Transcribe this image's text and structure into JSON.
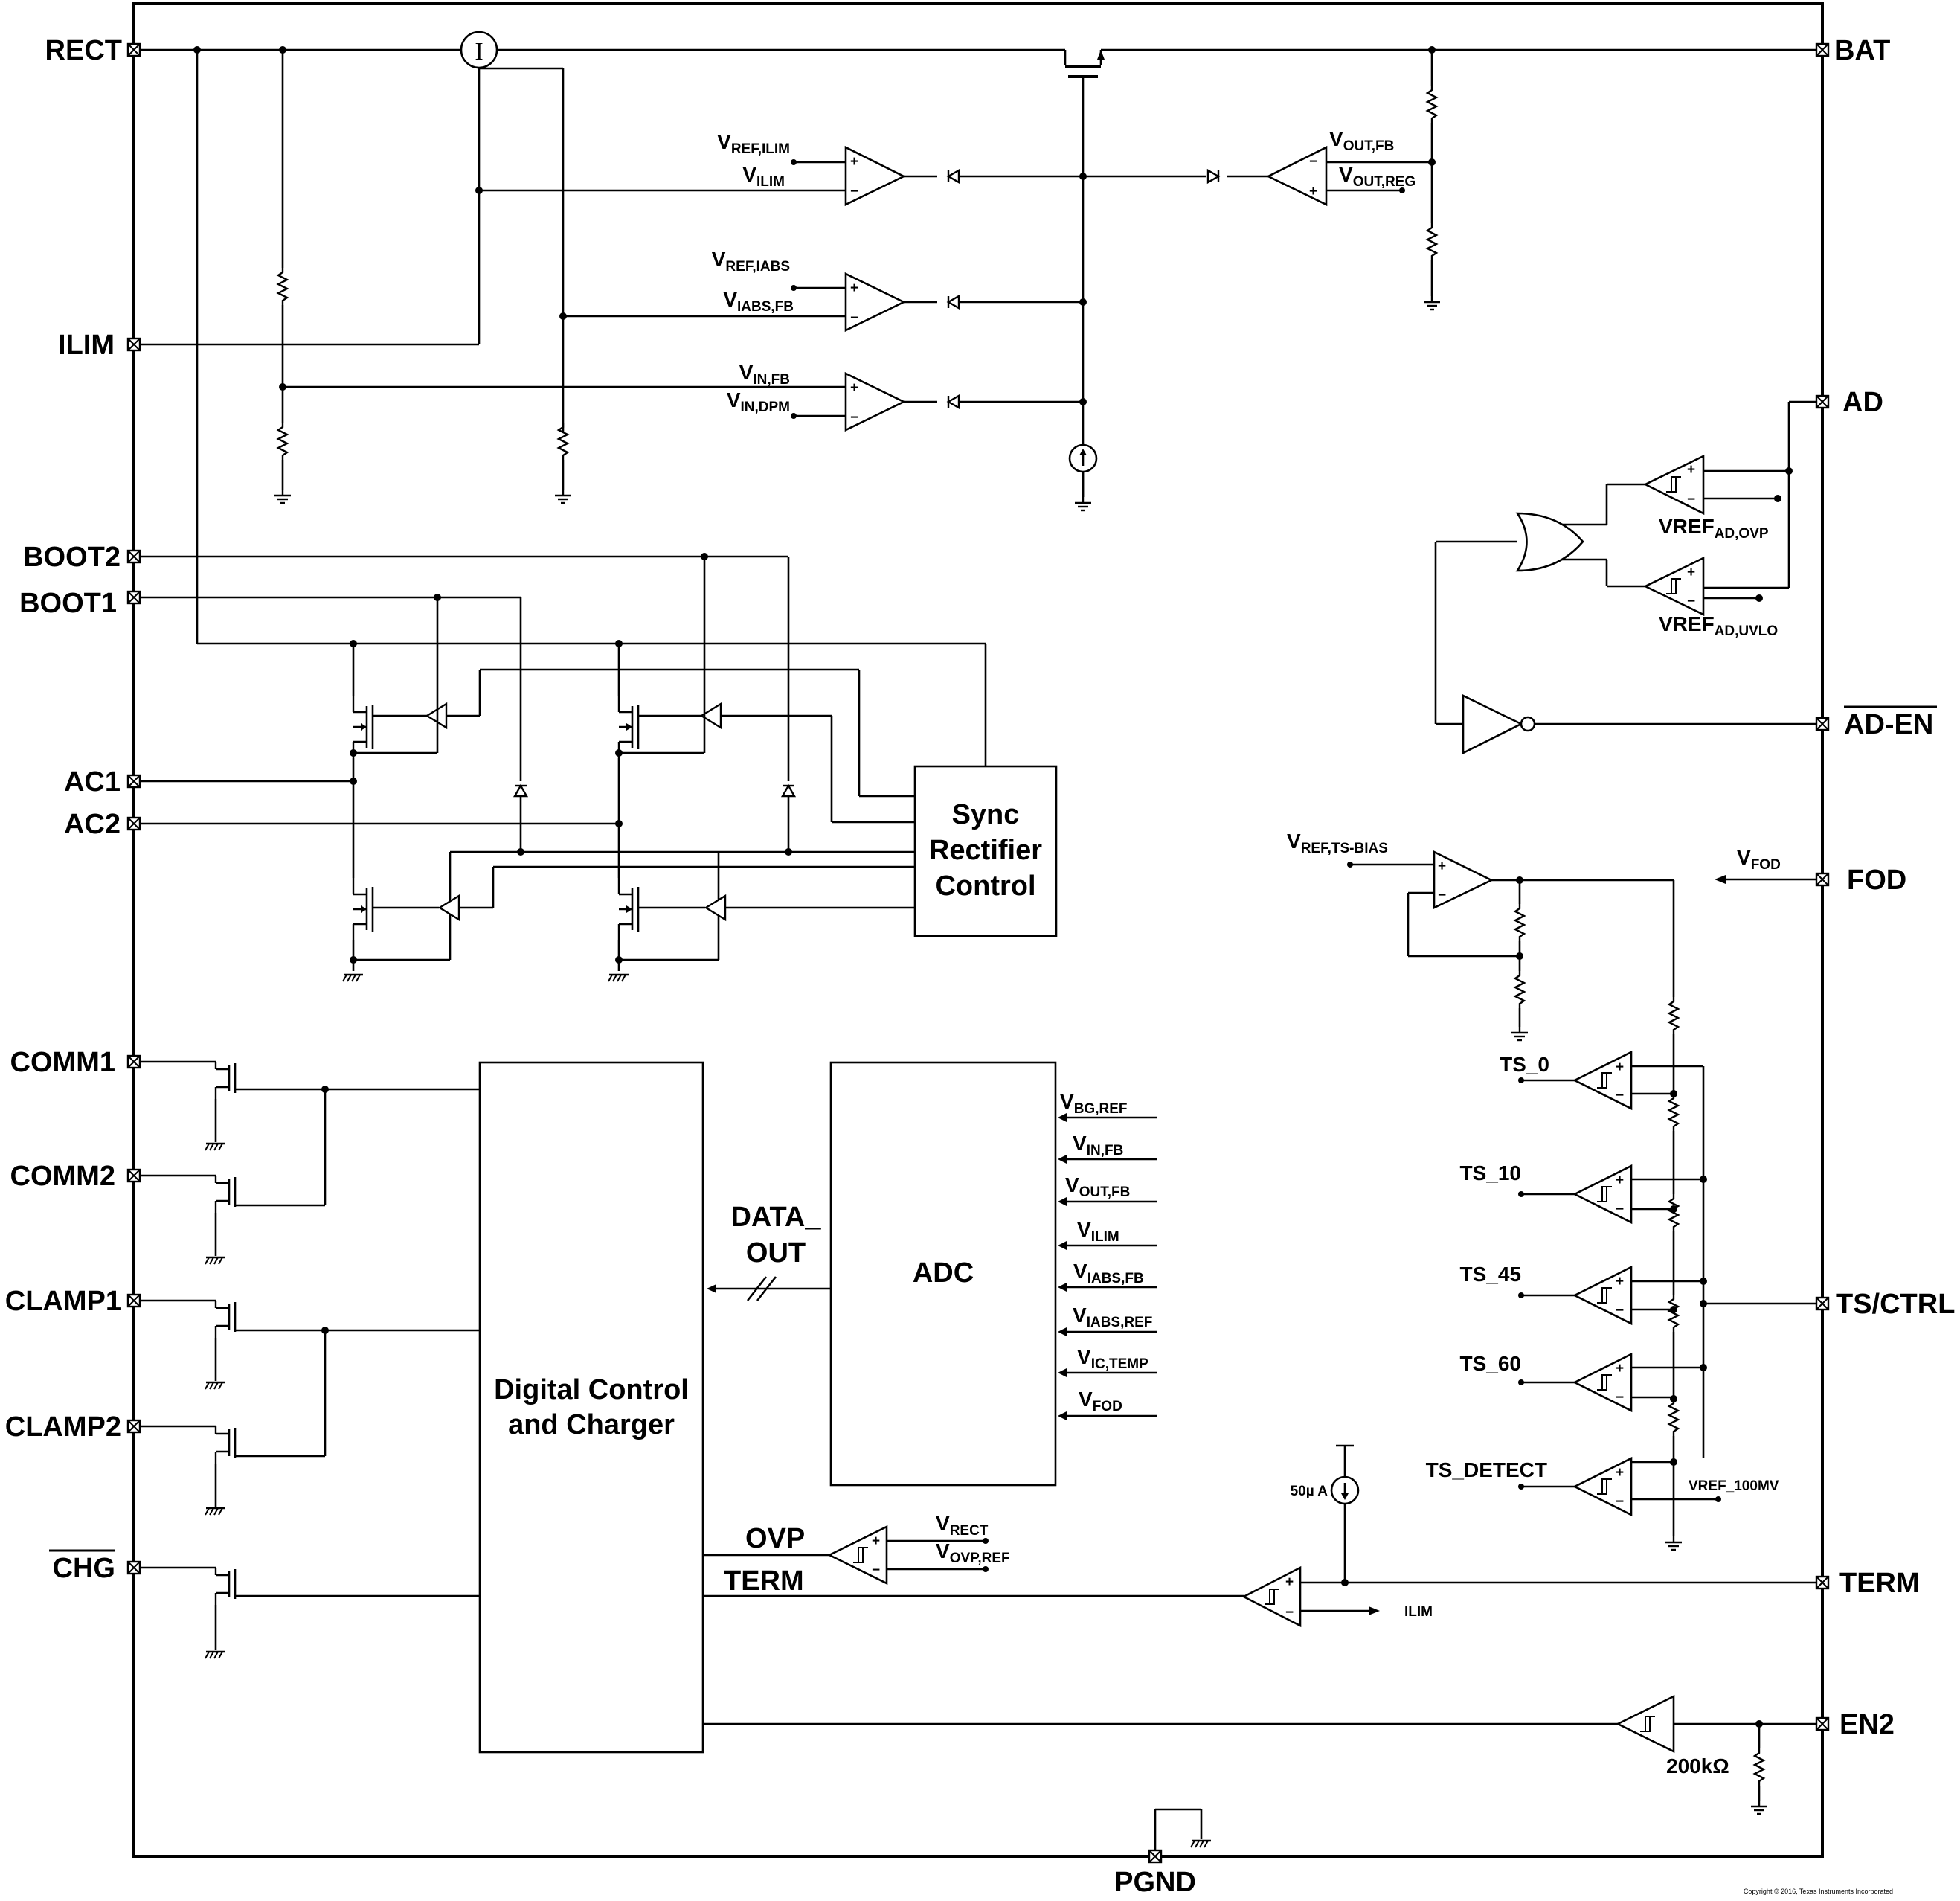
{
  "pins": {
    "rect": "RECT",
    "bat": "BAT",
    "ilim": "ILIM",
    "ad": "AD",
    "boot2": "BOOT2",
    "boot1": "BOOT1",
    "ad_en": "AD-EN",
    "ac1": "AC1",
    "ac2": "AC2",
    "fod": "FOD",
    "comm1": "COMM1",
    "comm2": "COMM2",
    "clamp1": "CLAMP1",
    "clamp2": "CLAMP2",
    "chg": "CHG",
    "ts_ctrl": "TS/CTRL",
    "term": "TERM",
    "en2": "EN2",
    "pgnd": "PGND"
  },
  "blocks": {
    "sync_rectifier": [
      "Sync",
      "Rectifier",
      "Control"
    ],
    "adc": "ADC",
    "digital_control": [
      "Digital Control",
      "and Charger"
    ]
  },
  "signals": {
    "vref_ilim": {
      "main": "V",
      "sub": "REF,ILIM"
    },
    "v_ilim": {
      "main": "V",
      "sub": "ILIM"
    },
    "vref_iabs": {
      "main": "V",
      "sub": "REF,IABS"
    },
    "v_iabs_fb": {
      "main": "V",
      "sub": "IABS,FB"
    },
    "v_in_fb": {
      "main": "V",
      "sub": "IN,FB"
    },
    "v_in_dpm": {
      "main": "V",
      "sub": "IN,DPM"
    },
    "v_out_fb": {
      "main": "V",
      "sub": "OUT,FB"
    },
    "v_out_reg": {
      "main": "V",
      "sub": "OUT,REG"
    },
    "vref_ad_ovp": {
      "main": "VREF",
      "sub": "AD,OVP"
    },
    "vref_ad_uvlo": {
      "main": "VREF",
      "sub": "AD,UVLO"
    },
    "vref_ts_bias": {
      "main": "V",
      "sub": "REF,TS-BIAS"
    },
    "v_fod_pin": {
      "main": "V",
      "sub": "FOD"
    },
    "ts_0": "TS_0",
    "ts_10": "TS_10",
    "ts_45": "TS_45",
    "ts_60": "TS_60",
    "ts_detect": "TS_DETECT",
    "vref_100mv": "VREF_100MV",
    "current_50ua": "50µ A",
    "ilim_out": "ILIM",
    "r_200k": "200kΩ",
    "ovp": "OVP",
    "term_sig": "TERM",
    "v_rect": {
      "main": "V",
      "sub": "RECT"
    },
    "v_ovp_ref": {
      "main": "V",
      "sub": "OVP,REF"
    },
    "data_out_1": "DATA_",
    "data_out_2": "OUT",
    "current_sense": "I"
  },
  "adc_inputs": [
    {
      "main": "V",
      "sub": "BG,REF"
    },
    {
      "main": "V",
      "sub": "IN,FB"
    },
    {
      "main": "V",
      "sub": "OUT,FB"
    },
    {
      "main": "V",
      "sub": "ILIM"
    },
    {
      "main": "V",
      "sub": "IABS,FB"
    },
    {
      "main": "V",
      "sub": "IABS,REF"
    },
    {
      "main": "V",
      "sub": "IC,TEMP"
    },
    {
      "main": "V",
      "sub": "FOD"
    }
  ],
  "copyright": "Copyright © 2016, Texas Instruments Incorporated"
}
